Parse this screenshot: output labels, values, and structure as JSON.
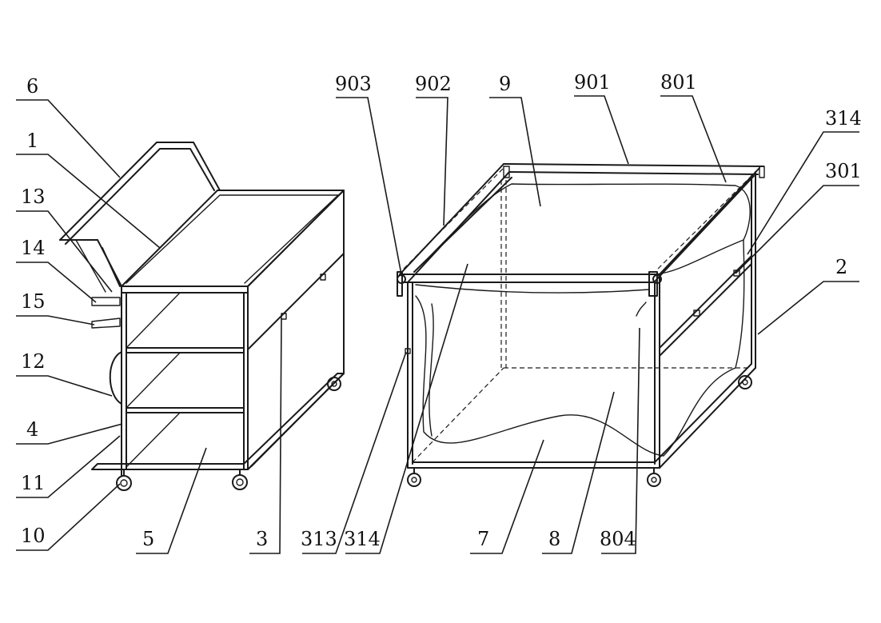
{
  "labels": {
    "l6": "6",
    "l1": "1",
    "l13": "13",
    "l14": "14",
    "l15": "15",
    "l12": "12",
    "l4": "4",
    "l11": "11",
    "l10": "10",
    "l5": "5",
    "l3": "3",
    "l313": "313",
    "l314a": "314",
    "l7": "7",
    "l8": "8",
    "l804": "804",
    "l903": "903",
    "l902": "902",
    "l9": "9",
    "l901": "901",
    "l801": "801",
    "l314b": "314",
    "l301": "301",
    "l2": "2"
  },
  "colors": {
    "ink": "#1a1a1a",
    "background": "#ffffff"
  }
}
